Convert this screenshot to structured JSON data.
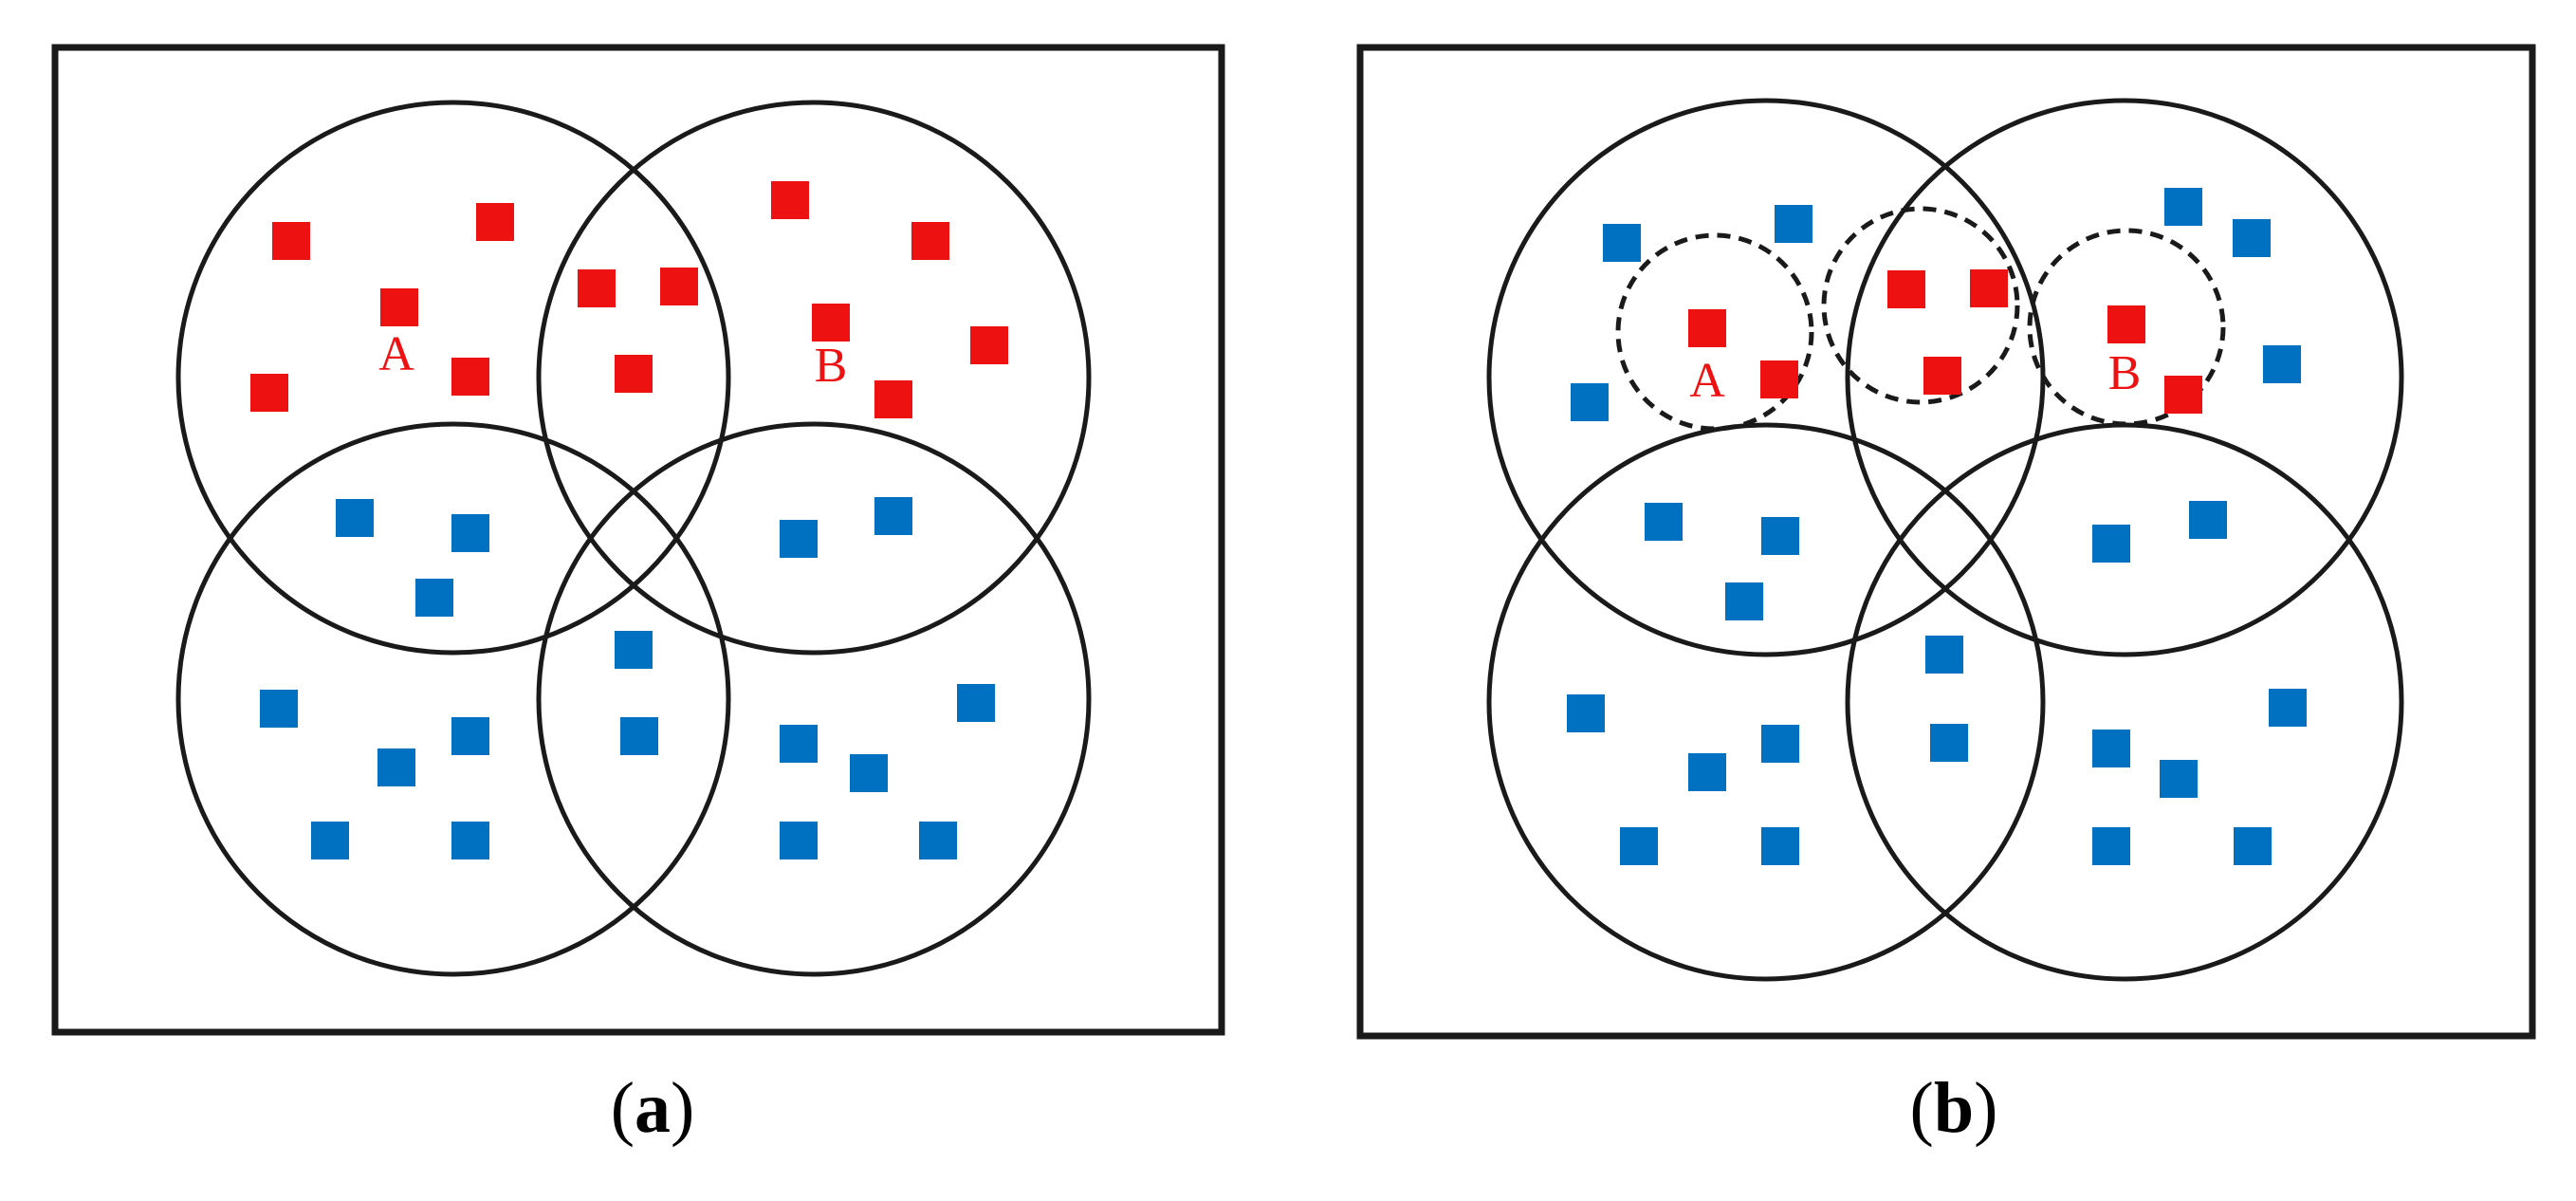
{
  "colors": {
    "red": "#ee1111",
    "blue": "#0070c0",
    "stroke": "#1a1a1a"
  },
  "panels": [
    {
      "id": "a",
      "caption_open": "(",
      "caption_letter": "a",
      "caption_close": ")",
      "labels": [
        {
          "text": "A",
          "color": "#ee1111"
        },
        {
          "text": "B",
          "color": "#ee1111"
        }
      ]
    },
    {
      "id": "b",
      "caption_open": "(",
      "caption_letter": "b",
      "caption_close": ")",
      "labels": [
        {
          "text": "A",
          "color": "#ee1111"
        },
        {
          "text": "B",
          "color": "#ee1111"
        }
      ]
    }
  ]
}
